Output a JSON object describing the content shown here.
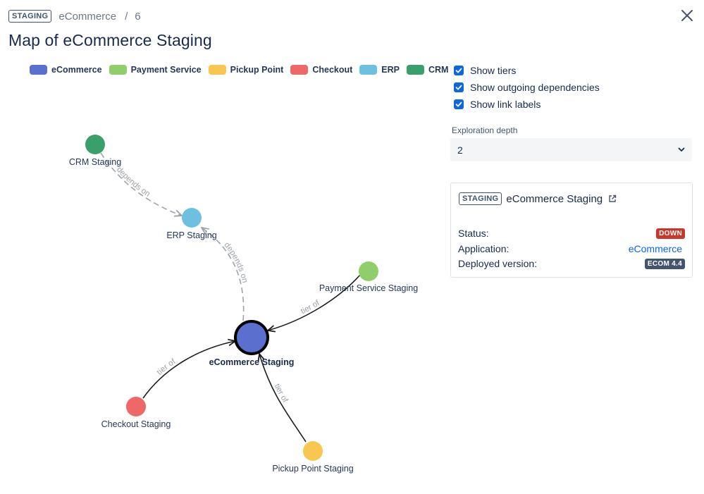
{
  "header": {
    "env_badge": "STAGING",
    "breadcrumb_app": "eCommerce",
    "breadcrumb_sep": "/",
    "breadcrumb_id": "6"
  },
  "page_title": "Map of eCommerce Staging",
  "legend": [
    {
      "label": "eCommerce",
      "color": "#5a6fce"
    },
    {
      "label": "Payment Service",
      "color": "#8fce6a"
    },
    {
      "label": "Pickup Point",
      "color": "#f9c74f"
    },
    {
      "label": "Checkout",
      "color": "#ee6868"
    },
    {
      "label": "ERP",
      "color": "#6ec0e0"
    },
    {
      "label": "CRM",
      "color": "#3aa06b"
    }
  ],
  "graph": {
    "nodes": {
      "crm": {
        "label": "CRM Staging",
        "color": "#3aa06b"
      },
      "erp": {
        "label": "ERP Staging",
        "color": "#6ec0e0"
      },
      "payment": {
        "label": "Payment Service Staging",
        "color": "#8fce6a"
      },
      "ecommerce": {
        "label": "eCommerce Staging",
        "color": "#5a6fce"
      },
      "checkout": {
        "label": "Checkout Staging",
        "color": "#ee6868"
      },
      "pickup": {
        "label": "Pickup Point Staging",
        "color": "#f9c74f"
      }
    },
    "links": {
      "crm_erp": "depends on",
      "ecom_erp": "depends on",
      "payment_ecom": "tier of",
      "checkout_ecom": "tier of",
      "pickup_ecom": "tier of"
    }
  },
  "options": {
    "show_tiers": "Show tiers",
    "show_outgoing": "Show outgoing dependencies",
    "show_link_labels": "Show link labels",
    "depth_label": "Exploration depth",
    "depth_value": "2"
  },
  "card": {
    "badge": "STAGING",
    "title": "eCommerce Staging",
    "status_label": "Status:",
    "status_value": "DOWN",
    "status_color": "#c9372c",
    "application_label": "Application:",
    "application_value": "eCommerce",
    "version_label": "Deployed version:",
    "version_value": "ECOM 4.4",
    "version_color": "#44546f"
  }
}
